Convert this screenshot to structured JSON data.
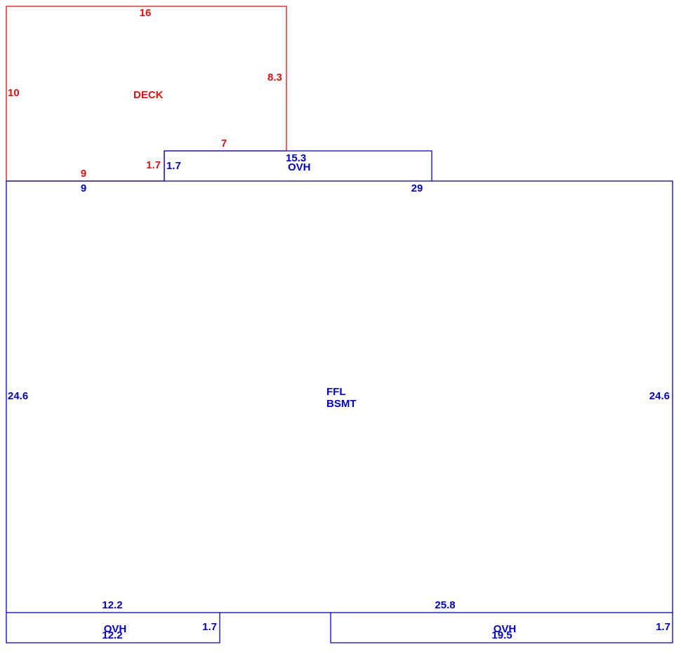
{
  "colors": {
    "deck": "#dd1111",
    "main": "#0000cc"
  },
  "deck": {
    "name": "DECK",
    "dims": {
      "top": "16",
      "right": "8.3",
      "left": "10",
      "inner_top": "7",
      "inner_left": "1.7",
      "bottom": "9"
    }
  },
  "ovh_top": {
    "name": "OVH",
    "dims": {
      "top": "15.3",
      "left": "1.7"
    }
  },
  "main": {
    "name_line1": "FFL",
    "name_line2": "BSMT",
    "dims": {
      "top_left": "9",
      "top_right": "29",
      "left": "24.6",
      "right": "24.6",
      "bottom_left": "12.2",
      "bottom_right": "25.8"
    }
  },
  "ovh_bottom_left": {
    "name": "OVH",
    "dims": {
      "bottom": "12.2",
      "right": "1.7"
    }
  },
  "ovh_bottom_right": {
    "name": "OVH",
    "dims": {
      "bottom": "19.5",
      "right": "1.7"
    }
  }
}
